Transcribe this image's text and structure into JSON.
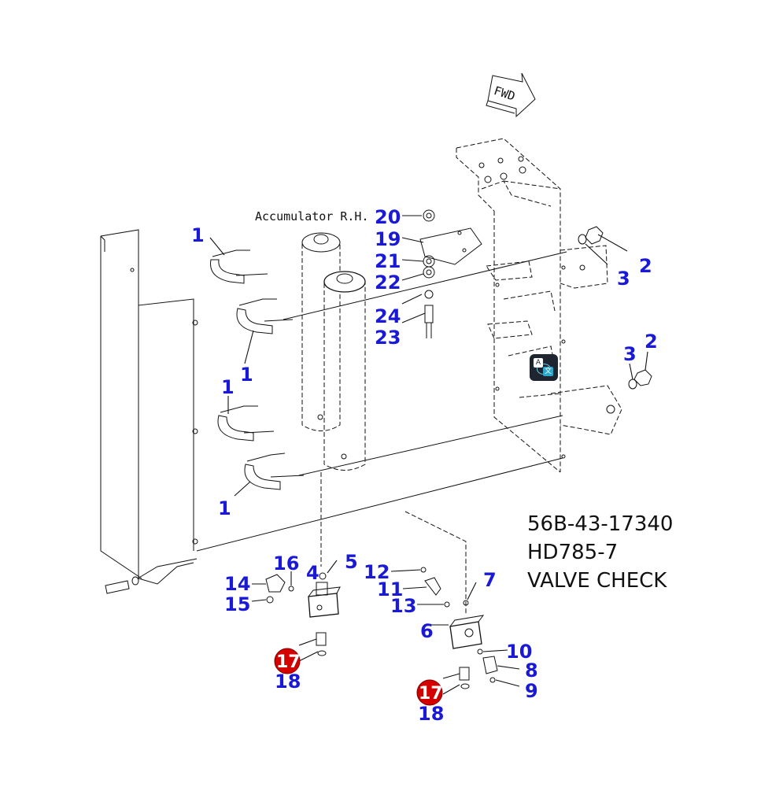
{
  "figure": {
    "part_number": "56B-43-17340",
    "model": "HD785-7",
    "title": "VALVE CHECK",
    "annotation_accumulator": "Accumulator R.H.",
    "direction_label": "FWD"
  },
  "callouts": {
    "c1a": "1",
    "c1b": "1",
    "c1c": "1",
    "c1d": "1",
    "c2a": "2",
    "c2b": "2",
    "c3a": "3",
    "c3b": "3",
    "c4": "4",
    "c5": "5",
    "c6": "6",
    "c7": "7",
    "c8": "8",
    "c9": "9",
    "c10": "10",
    "c11": "11",
    "c12": "12",
    "c13": "13",
    "c14": "14",
    "c15": "15",
    "c16": "16",
    "c17a": "17",
    "c17b": "17",
    "c18a": "18",
    "c18b": "18",
    "c19": "19",
    "c20": "20",
    "c21": "21",
    "c22": "22",
    "c23": "23",
    "c24": "24"
  },
  "colors": {
    "callout": "#1a1ad6",
    "highlight": "#d40000",
    "line": "#111111"
  },
  "icons": {
    "badge": "translate-app-icon"
  }
}
